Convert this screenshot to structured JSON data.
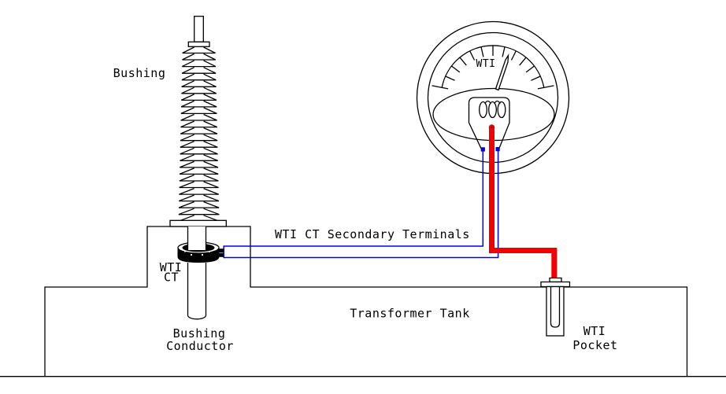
{
  "labels": {
    "bushing": "Bushing",
    "gauge_dial": "WTI",
    "ct_secondary_terminals": "WTI CT Secondary Terminals",
    "wti_ct": {
      "line1": "WTI",
      "line2": "CT"
    },
    "bushing_conductor": {
      "line1": "Bushing",
      "line2": "Conductor"
    },
    "transformer_tank": "Transformer Tank",
    "wti_pocket": {
      "line1": "WTI",
      "line2": "Pocket"
    }
  },
  "colors": {
    "line": "#000000",
    "secondary_wire": "#0000e8",
    "capillary": "#f40000",
    "background": "#ffffff"
  }
}
